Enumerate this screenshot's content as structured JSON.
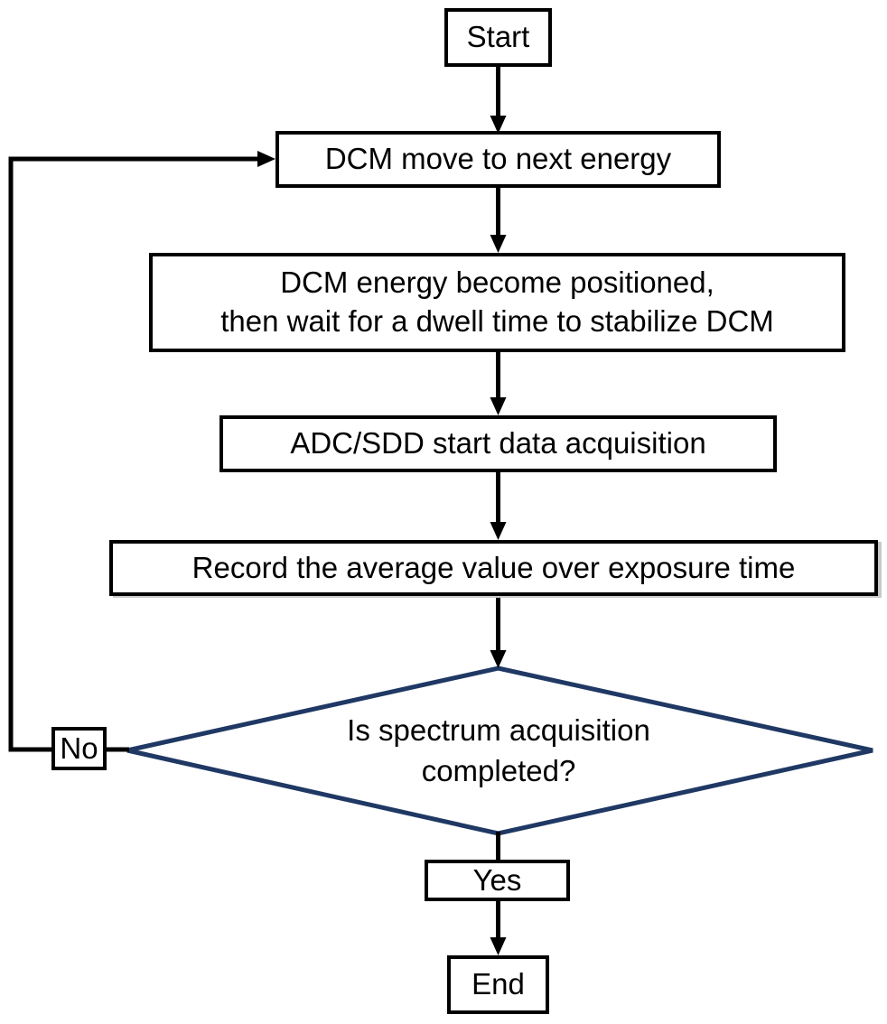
{
  "diagram": {
    "type": "flowchart",
    "nodes": {
      "start": {
        "label": "Start"
      },
      "dcm_move": {
        "label": "DCM move to next energy"
      },
      "dcm_stabilize": {
        "label": "DCM energy become positioned,\nthen wait for a dwell time to stabilize DCM"
      },
      "adc_acquire": {
        "label": "ADC/SDD start data acquisition"
      },
      "record_avg": {
        "label": "Record the average value over exposure time"
      },
      "decision": {
        "label": "Is spectrum acquisition\ncompleted?"
      },
      "branch_no": {
        "label": "No"
      },
      "branch_yes": {
        "label": "Yes"
      },
      "end": {
        "label": "End"
      }
    },
    "edges": [
      {
        "from": "start",
        "to": "dcm_move"
      },
      {
        "from": "dcm_move",
        "to": "dcm_stabilize"
      },
      {
        "from": "dcm_stabilize",
        "to": "adc_acquire"
      },
      {
        "from": "adc_acquire",
        "to": "record_avg"
      },
      {
        "from": "record_avg",
        "to": "decision"
      },
      {
        "from": "decision",
        "to": "end",
        "via": "branch_yes"
      },
      {
        "from": "decision",
        "to": "dcm_move",
        "via": "branch_no"
      }
    ],
    "colors": {
      "background": "#ffffff",
      "connector": "#000000",
      "node_border": "#000000",
      "node_fill": "#ffffff",
      "decision_border": "#1f3864",
      "text": "#000000"
    }
  }
}
